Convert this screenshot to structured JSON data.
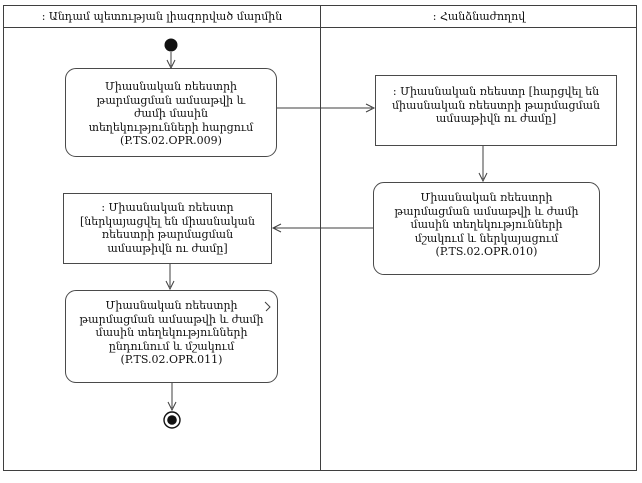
{
  "diagram": {
    "type": "uml-activity-swimlane",
    "lanes": [
      {
        "title": ": Անդամ պետության լիազորված մարմին"
      },
      {
        "title": ": Հանձնաժողով"
      }
    ],
    "nodes": {
      "a1": {
        "kind": "activity",
        "lane": 0,
        "text": "Միասնական ռեեստրի թարմացման ամսաթվի և ժամի մասին տեղեկությունների հարցում (P.TS.02.OPR.009)"
      },
      "o1": {
        "kind": "object",
        "lane": 1,
        "text": ": Միասնական ռեեստր [հարցվել են միասնական ռեեստրի թարմացման ամսաթիվն ու ժամը]"
      },
      "a2": {
        "kind": "activity",
        "lane": 1,
        "text": "Միասնական ռեեստրի թարմացման ամսաթվի և ժամի մասին տեղեկությունների մշակում և ներկայացում (P.TS.02.OPR.010)"
      },
      "o2": {
        "kind": "object",
        "lane": 0,
        "text": ": Միասնական ռեեստր [ներկայացվել են միասնական ռեեստրի թարմացման ամսաթիվն ու ժամը]"
      },
      "a3": {
        "kind": "activity",
        "lane": 0,
        "text": "Միասնական ռեեստրի թարմացման ամսաթվի և ժամի մասին տեղեկությունների ընդունում և մշակում (P.TS.02.OPR.011)"
      }
    },
    "flow": [
      "initial -> a1",
      "a1 -> o1",
      "o1 -> a2",
      "a2 -> o2",
      "o2 -> a3",
      "a3 -> final"
    ],
    "colors": {
      "line": "#3f3f3f",
      "box_border": "#4a4a4a",
      "text": "#111111",
      "background": "#ffffff",
      "node_fill": "#111111"
    }
  }
}
